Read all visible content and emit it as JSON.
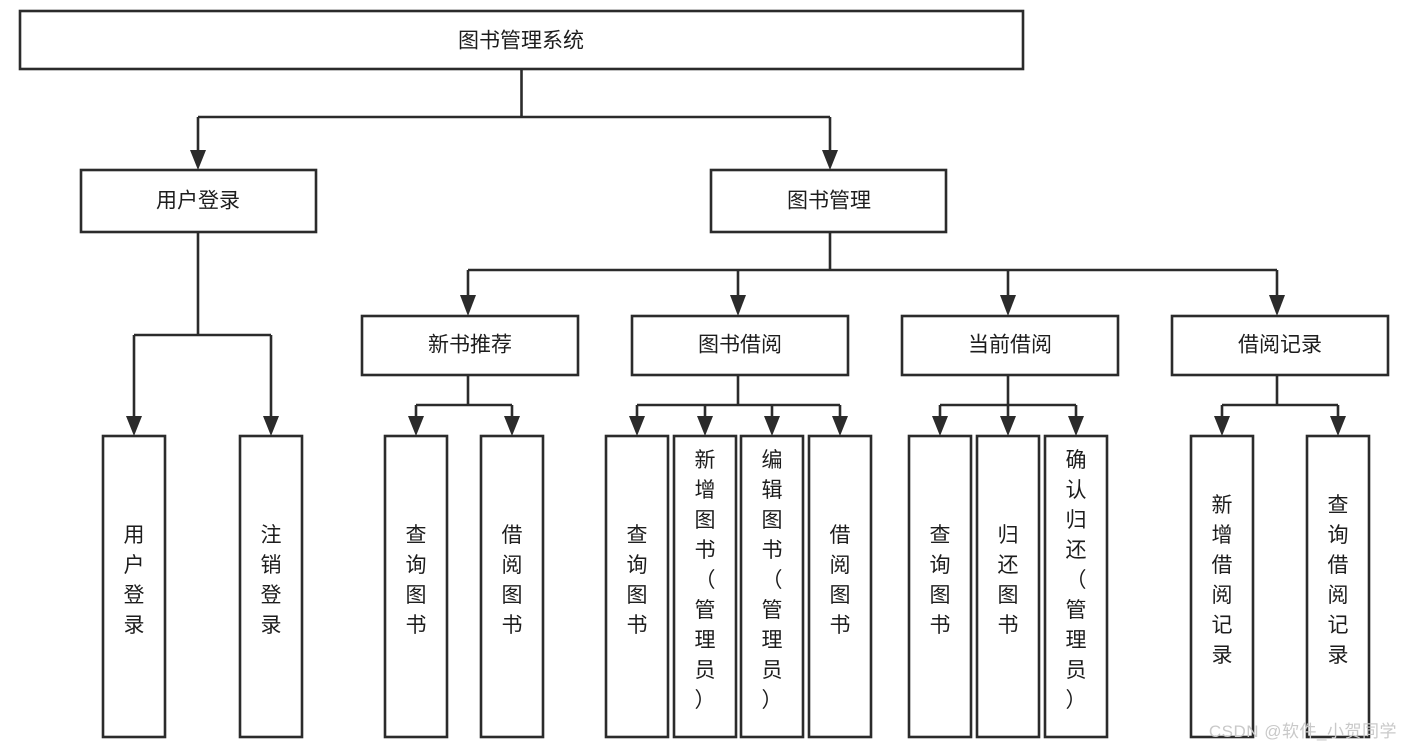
{
  "diagram": {
    "type": "tree",
    "title": "图书管理系统",
    "orientation": "top-down",
    "colors": {
      "background": "#ffffff",
      "box_fill": "#ffffff",
      "box_stroke": "#2b2b2b",
      "connector": "#2b2b2b",
      "text": "#1d1d1d",
      "watermark": "#c9c9c9"
    },
    "root": {
      "id": "root",
      "label": "图书管理系统"
    },
    "level2": [
      {
        "id": "user-login",
        "label": "用户登录"
      },
      {
        "id": "book-manage",
        "label": "图书管理"
      }
    ],
    "level3": [
      {
        "id": "new-book-recommend",
        "label": "新书推荐",
        "parent": "book-manage"
      },
      {
        "id": "book-borrow",
        "label": "图书借阅",
        "parent": "book-manage"
      },
      {
        "id": "current-borrow",
        "label": "当前借阅",
        "parent": "book-manage"
      },
      {
        "id": "borrow-record",
        "label": "借阅记录",
        "parent": "book-manage"
      }
    ],
    "leaves": {
      "user-login": [
        {
          "id": "leaf-user-login",
          "label": "用户登录"
        },
        {
          "id": "leaf-user-logout",
          "label": "注销登录"
        }
      ],
      "new-book-recommend": [
        {
          "id": "leaf-query-book-1",
          "label": "查询图书"
        },
        {
          "id": "leaf-borrow-book-1",
          "label": "借阅图书"
        }
      ],
      "book-borrow": [
        {
          "id": "leaf-query-book-2",
          "label": "查询图书"
        },
        {
          "id": "leaf-add-book-admin",
          "label": "新增图书（管理员）"
        },
        {
          "id": "leaf-edit-book-admin",
          "label": "编辑图书（管理员）"
        },
        {
          "id": "leaf-borrow-book-2",
          "label": "借阅图书"
        }
      ],
      "current-borrow": [
        {
          "id": "leaf-query-book-3",
          "label": "查询图书"
        },
        {
          "id": "leaf-return-book",
          "label": "归还图书"
        },
        {
          "id": "leaf-confirm-return-admin",
          "label": "确认归还（管理员）"
        }
      ],
      "borrow-record": [
        {
          "id": "leaf-add-borrow-record",
          "label": "新增借阅记录"
        },
        {
          "id": "leaf-query-borrow-record",
          "label": "查询借阅记录"
        }
      ]
    }
  },
  "watermark": {
    "text": "CSDN @软件_小贺同学"
  }
}
